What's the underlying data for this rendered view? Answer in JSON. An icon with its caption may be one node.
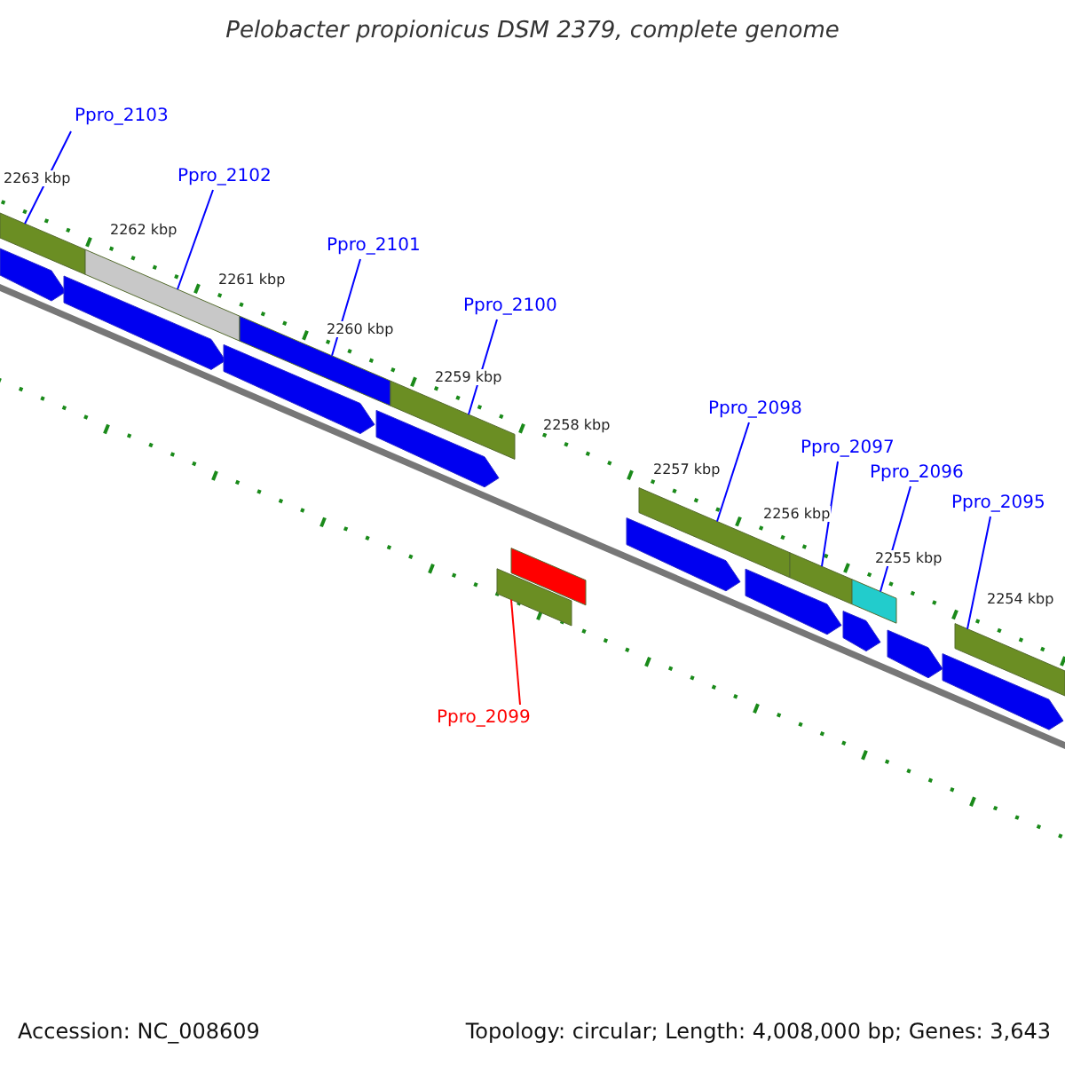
{
  "diagram": {
    "title": "Pelobacter propionicus DSM 2379, complete genome",
    "nodes": [
      {
        "text": [
          "Ppro_2103"
        ]
      },
      {
        "text": [
          "Ppro_2102"
        ]
      },
      {
        "text": [
          "Ppro_2101"
        ]
      },
      {
        "text": [
          "Ppro_2100"
        ]
      },
      {
        "text": [
          "Ppro_2098"
        ]
      },
      {
        "text": [
          "Ppro_2097"
        ]
      },
      {
        "text": [
          "Ppro_2096"
        ]
      },
      {
        "text": [
          "Ppro_2095"
        ]
      },
      {
        "text": [
          "Ppro_2099"
        ]
      },
      {
        "text": [],
        "shape": "bar"
      },
      {
        "text": [],
        "shape": "bar"
      },
      {
        "text": [],
        "shape": "bar"
      },
      {
        "text": [],
        "shape": "bar"
      },
      {
        "text": [],
        "shape": "bar"
      },
      {
        "text": [],
        "shape": "bar"
      },
      {
        "text": [],
        "shape": "bar"
      },
      {
        "text": [],
        "shape": "bar"
      },
      {
        "text": [],
        "shape": "bar"
      },
      {
        "text": [],
        "shape": "bar"
      },
      {
        "text": [],
        "shape": "bar"
      },
      {
        "text": [],
        "shape": "bar"
      },
      {
        "text": [],
        "shape": "bar"
      },
      {
        "text": [],
        "shape": "bar"
      },
      {
        "text": [],
        "shape": "bar"
      },
      {
        "text": [],
        "shape": "bar"
      },
      {
        "text": [],
        "shape": "bar"
      },
      {
        "text": [],
        "shape": "bar"
      },
      {
        "text": [],
        "shape": "bar"
      }
    ],
    "edges": [
      {
        "from": 0,
        "to": 9,
        "arrow": "none"
      },
      {
        "from": 1,
        "to": 10,
        "arrow": "none"
      },
      {
        "from": 2,
        "to": 11,
        "arrow": "none"
      },
      {
        "from": 3,
        "to": 12,
        "arrow": "none"
      },
      {
        "from": 4,
        "to": 13,
        "arrow": "none"
      },
      {
        "from": 5,
        "to": 14,
        "arrow": "none"
      },
      {
        "from": 6,
        "to": 15,
        "arrow": "none"
      },
      {
        "from": 7,
        "to": 16,
        "arrow": "none"
      },
      {
        "from": 8,
        "to": 17,
        "arrow": "none",
        "color": "#ff0000"
      }
    ],
    "labels": [
      "2263 kbp",
      "2262 kbp",
      "2261 kbp",
      "2260 kbp",
      "2259 kbp",
      "2258 kbp",
      "2257 kbp",
      "2256 kbp",
      "2255 kbp",
      "2254 kbp",
      "Accession: NC_008609",
      "Topology: circular; Length: 4,008,000 bp; Genes: 3,643"
    ]
  }
}
